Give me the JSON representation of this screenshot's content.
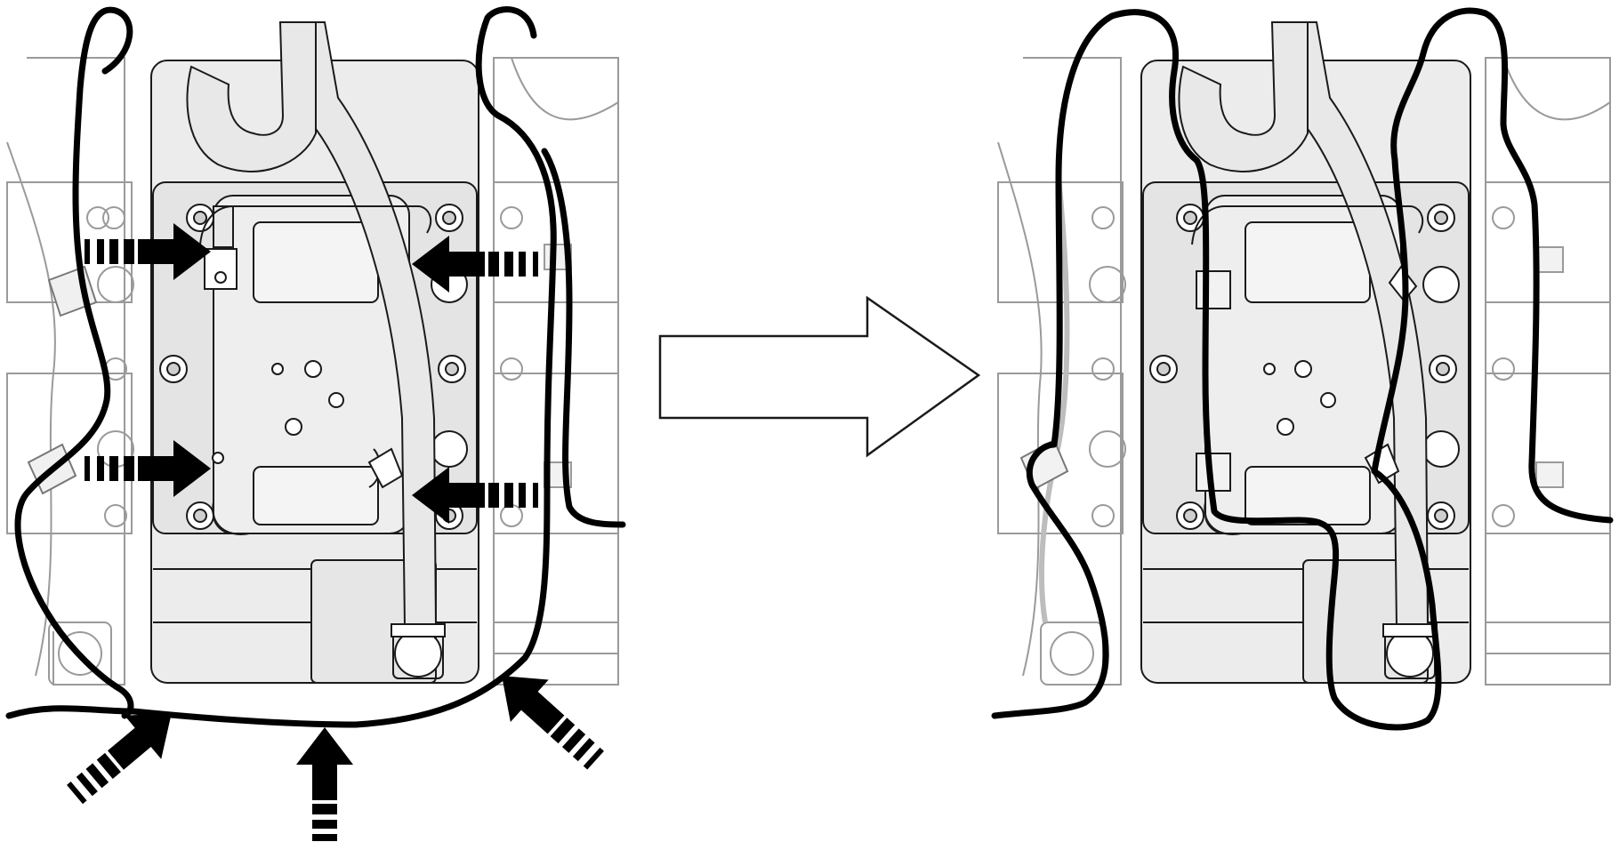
{
  "figure": {
    "panels": [
      {
        "id": "before",
        "icon": "cable-routing-before-illustration"
      },
      {
        "id": "after",
        "icon": "cable-routing-after-illustration"
      }
    ],
    "transition_icon": "right-arrow-icon",
    "push_arrows_icon": "push-direction-arrow-icon",
    "colors": {
      "background": "#ffffff",
      "outline": "#1a1a1a",
      "faint_outline": "#9a9a9a",
      "plate_fill": "#ececec",
      "tube_fill": "#e8e8e8",
      "cable": "#000000"
    }
  }
}
